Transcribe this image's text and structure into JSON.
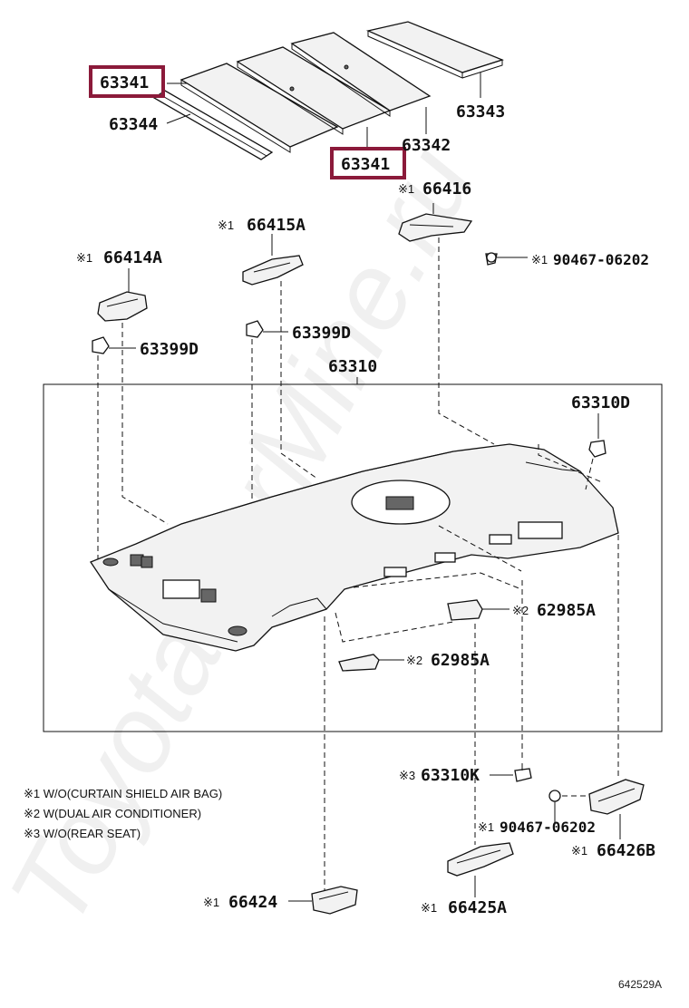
{
  "parts": {
    "p63341a": "63341",
    "p63344": "63344",
    "p63341b": "63341",
    "p63342": "63342",
    "p63343": "63343",
    "p66416": "66416",
    "p66415A": "66415A",
    "p66414A": "66414A",
    "p90467_1": "90467-06202",
    "p63399D_1": "63399D",
    "p63399D_2": "63399D",
    "p63310": "63310",
    "p63310D": "63310D",
    "p62985A_1": "62985A",
    "p62985A_2": "62985A",
    "p63310K": "63310K",
    "p90467_2": "90467-06202",
    "p66426B": "66426B",
    "p66424": "66424",
    "p66425A": "66425A"
  },
  "marks": {
    "m1": "※1",
    "m2": "※2",
    "m3": "※3"
  },
  "notes": [
    "※1 W/O(CURTAIN SHIELD AIR BAG)",
    "※2 W(DUAL AIR CONDITIONER)",
    "※3 W/O(REAR SEAT)"
  ],
  "figure_code": "642529A",
  "watermark": "ToyotaCarMine.ru",
  "highlight_color": "#8b1a3a"
}
